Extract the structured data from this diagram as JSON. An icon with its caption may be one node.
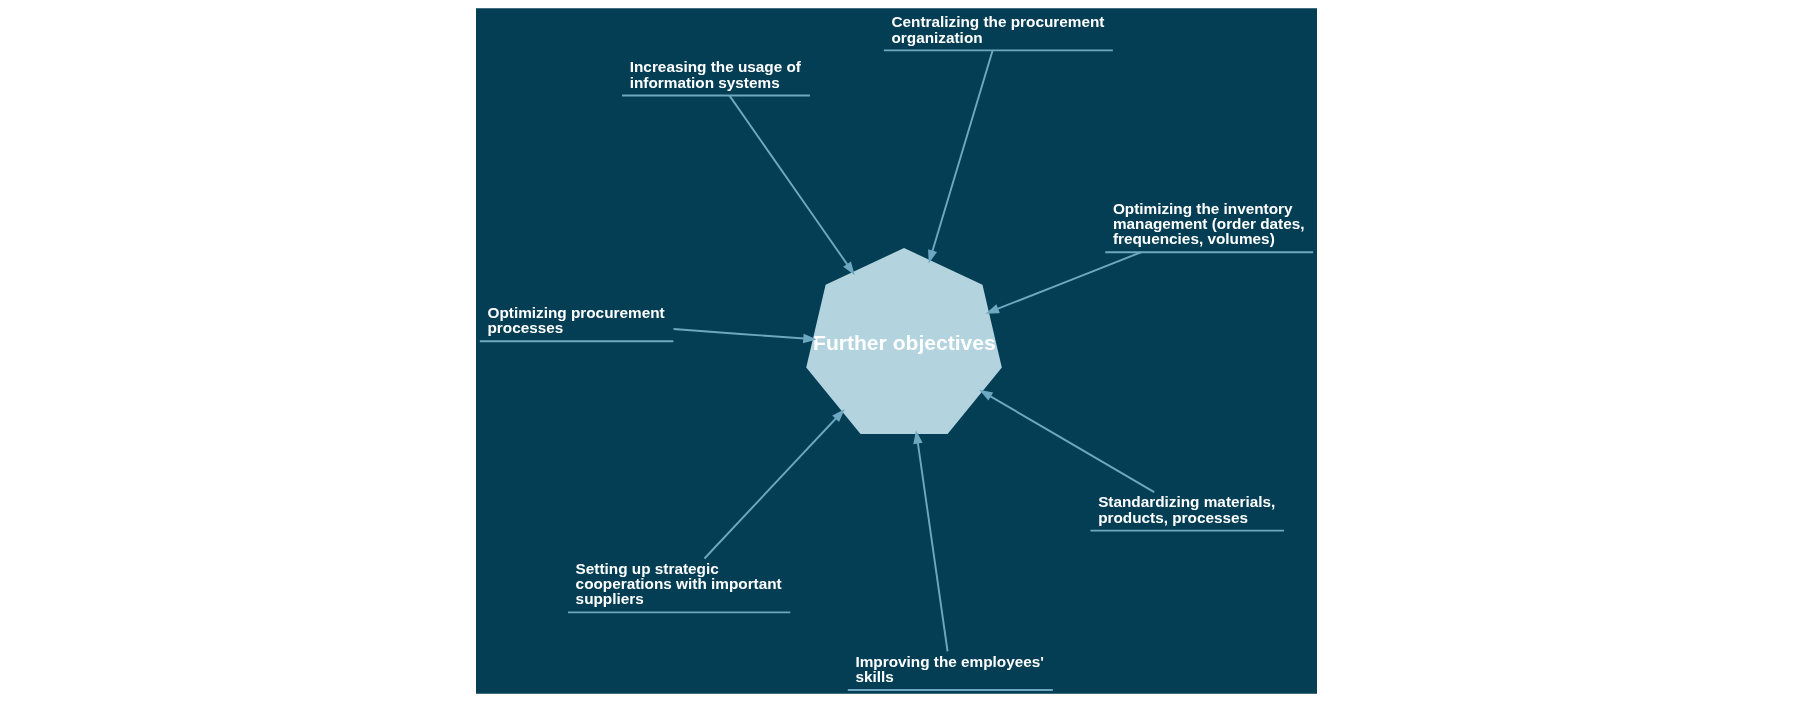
{
  "diagram": {
    "nodes": [
      {
        "text": [
          "Increasing the usage of information systems"
        ]
      },
      {
        "text": [
          "Optimizing the inventory management (order dates, frequencies, volumes)"
        ]
      },
      {
        "text": [
          "Improving the employees' skills"
        ]
      },
      {
        "text": [
          "Further objectives"
        ]
      },
      {
        "text": [
          "Centralizing the procurement organization"
        ]
      },
      {
        "text": [
          "Optimizing procurement processes"
        ]
      },
      {
        "text": [
          "Setting up strategic cooperations with important suppliers"
        ]
      },
      {
        "text": [
          "Standardizing materials, products, processes"
        ]
      }
    ],
    "edges": [
      {
        "from": 0,
        "to": 3,
        "arrow": "to"
      },
      {
        "from": 1,
        "to": 3,
        "arrow": "to"
      },
      {
        "from": 2,
        "to": 3,
        "arrow": "to"
      },
      {
        "from": 4,
        "to": 3,
        "arrow": "to"
      },
      {
        "from": 5,
        "to": 3,
        "arrow": "to"
      },
      {
        "from": 6,
        "to": 3,
        "arrow": "to"
      },
      {
        "from": 7,
        "to": 3,
        "arrow": "to"
      }
    ]
  }
}
